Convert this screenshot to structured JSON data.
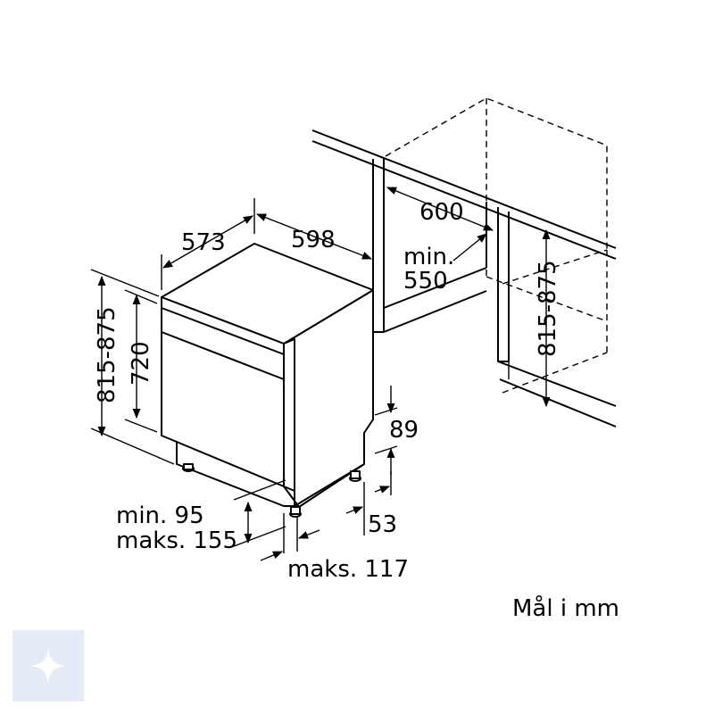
{
  "labels": {
    "depth": "573",
    "width": "598",
    "niche_width": "600",
    "niche_depth_min": "min.",
    "niche_depth_val": "550",
    "height_range": "815-875",
    "niche_height_range": "815-875",
    "body_height": "720",
    "plinth_height": "89",
    "plinth_offset": "53",
    "plinth_min": "min. 95",
    "plinth_max": "maks. 155",
    "foot_max": "maks. 117",
    "units": "Mål i mm"
  },
  "icons": {
    "badge": "sparkle-icon"
  },
  "colors": {
    "line": "#000000",
    "badge_bg": "#e6ecf7",
    "badge_fg": "#ffffff"
  }
}
